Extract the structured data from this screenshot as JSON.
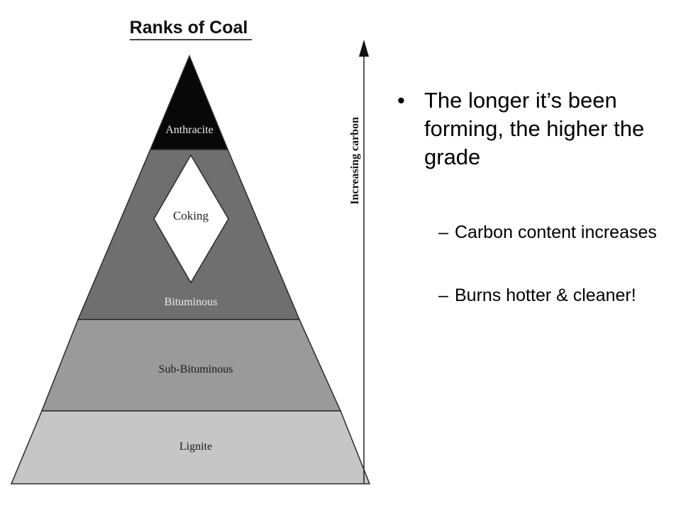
{
  "diagram": {
    "title": "Ranks of Coal",
    "axis_label": "Increasing carbon",
    "tiers": {
      "anthracite": "Anthracite",
      "coking": "Coking",
      "bituminous": "Bituminous",
      "sub_bituminous": "Sub-Bituminous",
      "lignite": "Lignite"
    },
    "colors": {
      "anthracite": "#080808",
      "bituminous": "#6f6f6f",
      "sub_bituminous": "#9a9a9a",
      "lignite": "#c6c6c6",
      "coking": "#ffffff"
    }
  },
  "text": {
    "bullet_marker": "•",
    "sub_marker": "–",
    "main": "The longer it’s been forming, the higher the grade",
    "sub1": "Carbon content increases",
    "sub2": "Burns hotter & cleaner!"
  }
}
